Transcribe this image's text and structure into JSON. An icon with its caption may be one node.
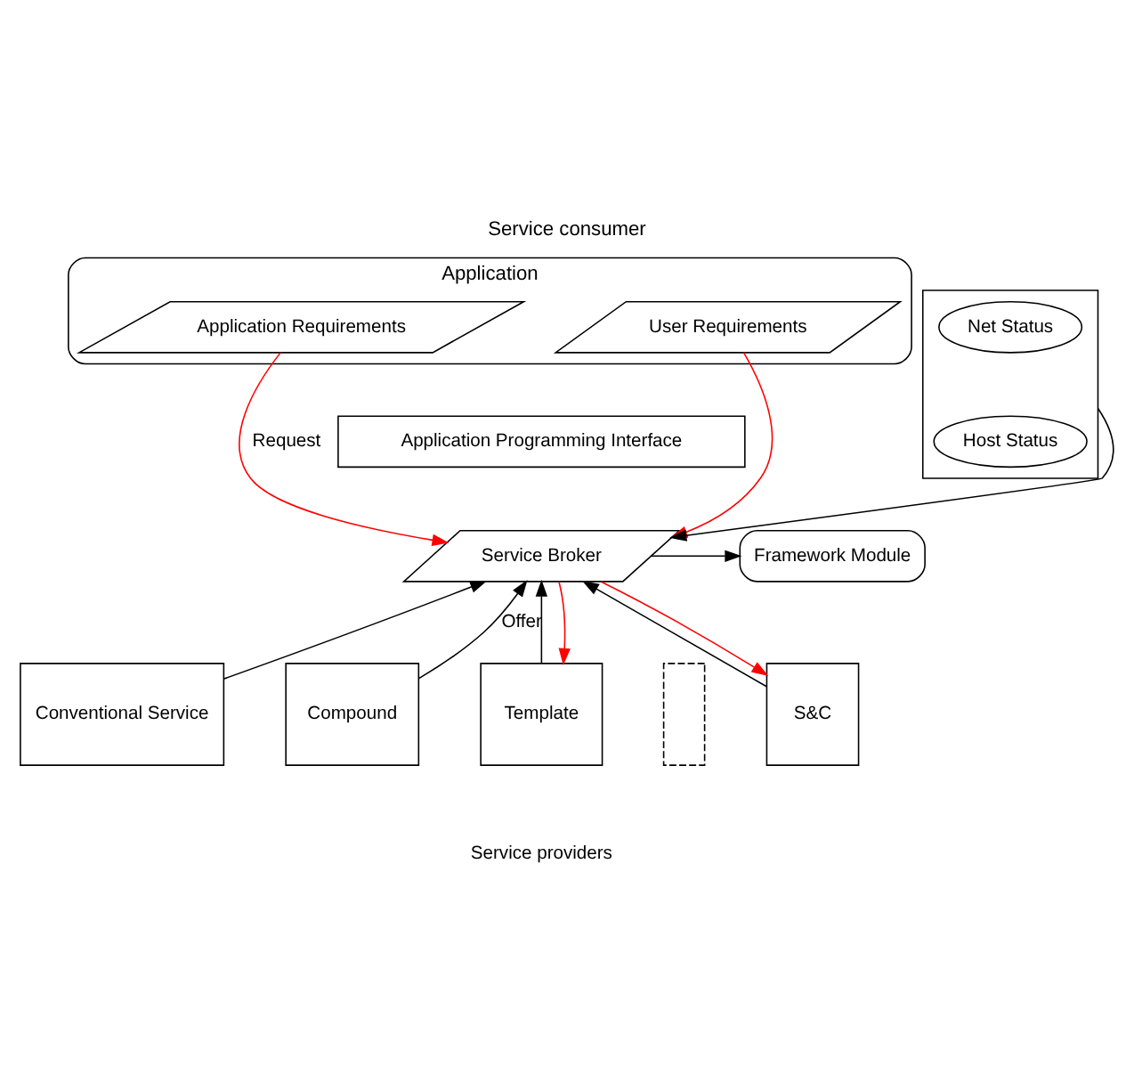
{
  "diagram": {
    "title": "Service consumer",
    "caption": "Service providers",
    "nodes": [
      {
        "text": [
          "Application"
        ]
      },
      {
        "text": [
          "Application Requirements"
        ],
        "in": 0
      },
      {
        "text": [
          "User Requirements"
        ],
        "in": 0
      },
      {
        "text": [
          "Application Programming Interface"
        ]
      },
      {
        "text": [
          "Service Broker"
        ]
      },
      {
        "text": [
          "Framework Module"
        ]
      },
      {
        "text": [],
        "shape": "box"
      },
      {
        "text": [
          "Net Status"
        ],
        "in": 6
      },
      {
        "text": [
          "Host Status"
        ],
        "in": 6
      },
      {
        "text": [
          "Conventional Service"
        ]
      },
      {
        "text": [
          "Compound"
        ]
      },
      {
        "text": [
          "Template"
        ]
      },
      {
        "text": [],
        "shape": "box"
      },
      {
        "text": [
          "S&C"
        ]
      }
    ],
    "edges": [
      {
        "from": 1,
        "to": 4,
        "arrow": "to",
        "color": "#ff0000",
        "label": "Request"
      },
      {
        "from": 2,
        "to": 4,
        "arrow": "to",
        "color": "#ff0000"
      },
      {
        "from": 4,
        "to": 5,
        "arrow": "to"
      },
      {
        "from": 6,
        "to": 4,
        "arrow": "to"
      },
      {
        "from": 9,
        "to": 4,
        "arrow": "to"
      },
      {
        "from": 10,
        "to": 4,
        "arrow": "to",
        "label": "Offer"
      },
      {
        "from": 11,
        "to": 4,
        "arrow": "to"
      },
      {
        "from": 4,
        "to": 11,
        "arrow": "to",
        "color": "#ff0000"
      },
      {
        "from": 13,
        "to": 4,
        "arrow": "to"
      },
      {
        "from": 4,
        "to": 13,
        "arrow": "to",
        "color": "#ff0000"
      }
    ]
  }
}
